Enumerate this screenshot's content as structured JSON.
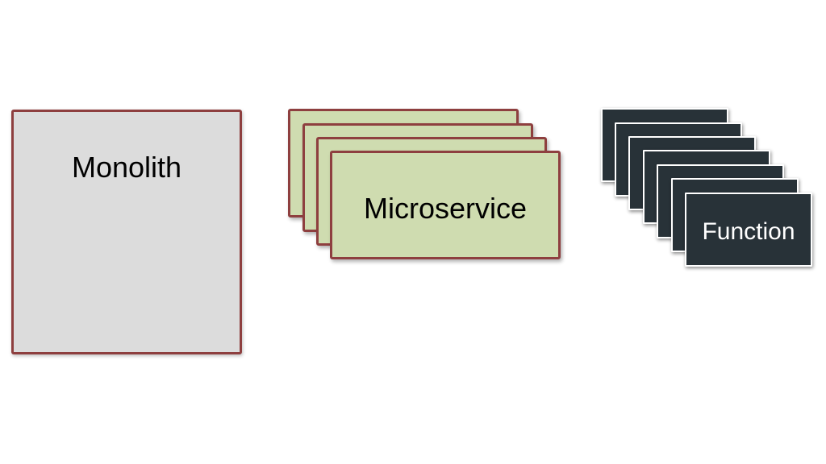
{
  "monolith": {
    "label": "Monolith",
    "fill_color": "#dcdcdc",
    "border_color": "#8e3f3f"
  },
  "microservice": {
    "label": "Microservice",
    "stack_count": 4,
    "fill_color": "#cfdcb0",
    "border_color": "#8e3f3f"
  },
  "function": {
    "label": "Function",
    "stack_count": 7,
    "fill_color": "#283238",
    "text_color": "#ffffff"
  }
}
